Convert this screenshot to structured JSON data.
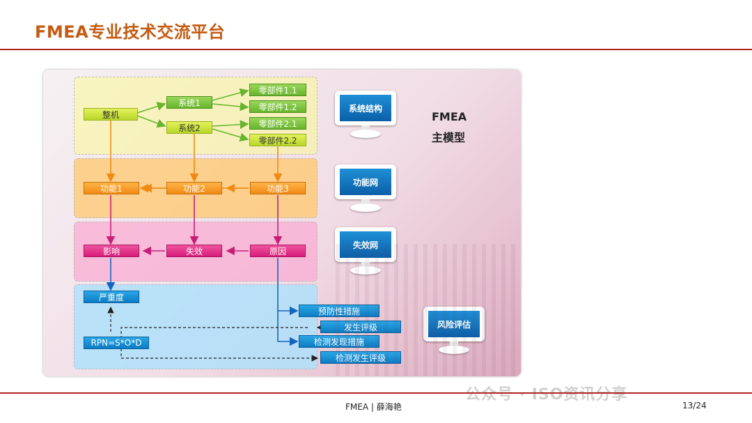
{
  "page": {
    "title": "FMEA专业技术交流平台"
  },
  "diagram": {
    "product": "整机",
    "systems": [
      "系统1",
      "系统2"
    ],
    "parts": [
      "零部件1.1",
      "零部件1.2",
      "零部件2.1",
      "零部件2.2"
    ],
    "functions": [
      "功能1",
      "功能2",
      "功能3"
    ],
    "effect": "影响",
    "failure": "失效",
    "cause": "原因",
    "severity": "严重度",
    "rpn": "RPN=S*O*D",
    "prevention": "预防性措施",
    "occurrence": "发生评级",
    "detection": "检测发现措施",
    "detection_rating": "检测发生评级",
    "monitors": [
      "系统结构",
      "功能网",
      "失效网",
      "风险评估"
    ],
    "model_title": [
      "FMEA",
      "主模型"
    ]
  },
  "footer": {
    "center": "FMEA | 薛海艳",
    "page": "13/24"
  },
  "watermark": "公众号 · ISO资讯分享",
  "colors": {
    "title": "#c55a11",
    "rule": "#b22222",
    "orange": "#f08a14",
    "magenta": "#d61d7a",
    "blue": "#0d7cc4",
    "green": "#67b52c"
  }
}
